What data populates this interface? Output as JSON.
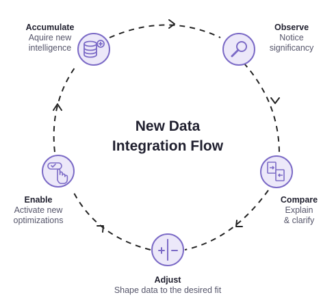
{
  "title_line1": "New Data",
  "title_line2": "Integration Flow",
  "colors": {
    "accent": "#7b6ac6",
    "icon_fill": "#ece8f9",
    "path": "#222222"
  },
  "steps": [
    {
      "name": "Accumulate",
      "desc1": "Aquire new",
      "desc2": "intelligence",
      "icon": "database-plus-icon"
    },
    {
      "name": "Observe",
      "desc1": "Notice",
      "desc2": "significancy",
      "icon": "magnifier-icon"
    },
    {
      "name": "Compare",
      "desc1": "Explain",
      "desc2": "& clarify",
      "icon": "compare-docs-icon"
    },
    {
      "name": "Adjust",
      "desc1": "Shape data to the desired fit",
      "desc2": "",
      "icon": "plus-minus-icon"
    },
    {
      "name": "Enable",
      "desc1": "Activate new",
      "desc2": "optimizations",
      "icon": "click-hand-icon"
    }
  ]
}
